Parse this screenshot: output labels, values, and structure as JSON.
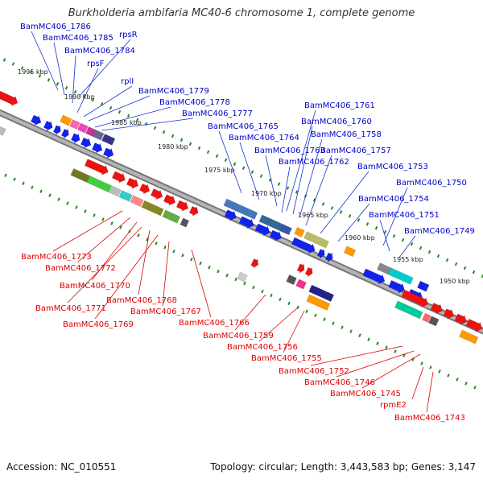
{
  "title": "Burkholderia ambifaria MC40-6 chromosome 1, complete genome",
  "footer": {
    "accession": "Accession: NC_010551",
    "topology": "Topology: circular; Length: 3,443,583 bp; Genes: 3,147"
  },
  "colors": {
    "plus_label": "#0000cc",
    "minus_label": "#dd0000",
    "backbone": "#888888",
    "tick": "#228822"
  },
  "scale_labels": [
    "1995 kbp",
    "1990 kbp",
    "1985 kbp",
    "1980 kbp",
    "1975 kbp",
    "1970 kbp",
    "1965 kbp",
    "1960 kbp",
    "1955 kbp",
    "1950 kbp"
  ],
  "plus_strand_labels": [
    "BamMC406_1786",
    "BamMC406_1785",
    "rpsR",
    "BamMC406_1784",
    "rpsF",
    "rplI",
    "BamMC406_1779",
    "BamMC406_1778",
    "BamMC406_1777",
    "BamMC406_1765",
    "BamMC406_1764",
    "BamMC406_1763",
    "BamMC406_1762",
    "BamMC406_1761",
    "BamMC406_1760",
    "BamMC406_1758",
    "BamMC406_1757",
    "BamMC406_1753",
    "BamMC406_1754",
    "BamMC406_1750",
    "BamMC406_1751",
    "BamMC406_1749"
  ],
  "minus_strand_labels": [
    "BamMC406_1773",
    "BamMC406_1772",
    "BamMC406_1770",
    "BamMC406_1768",
    "BamMC406_1771",
    "BamMC406_1767",
    "BamMC406_1769",
    "BamMC406_1766",
    "BamMC406_1759",
    "BamMC406_1756",
    "BamMC406_1755",
    "BamMC406_1752",
    "BamMC406_1746",
    "BamMC406_1745",
    "rpmE2",
    "BamMC406_1743"
  ]
}
